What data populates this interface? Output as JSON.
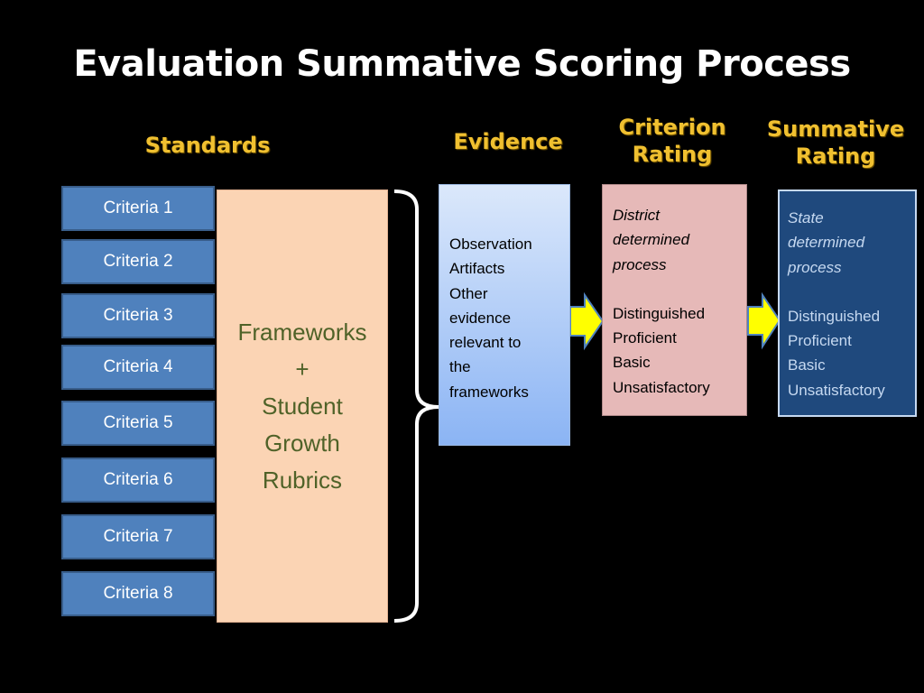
{
  "title": "Evaluation Summative Scoring Process",
  "headers": {
    "standards": "Standards",
    "evidence": "Evidence",
    "criterion_line1": "Criterion",
    "criterion_line2": "Rating",
    "summative_line1": "Summative",
    "summative_line2": "Rating"
  },
  "criteria": [
    "Criteria 1",
    "Criteria 2",
    "Criteria 3",
    "Criteria 4",
    "Criteria 5",
    "Criteria 6",
    "Criteria 7",
    "Criteria 8"
  ],
  "frameworks": {
    "line1": "Frameworks",
    "line2": "+",
    "line3": "Student",
    "line4": "Growth",
    "line5": "Rubrics"
  },
  "evidence_lines": [
    "Observation",
    "Artifacts",
    "Other",
    "evidence",
    "relevant to",
    "the",
    "frameworks"
  ],
  "criterion_box": {
    "intro": [
      "District",
      "determined",
      "process"
    ],
    "levels": [
      "Distinguished",
      "Proficient",
      "Basic",
      "Unsatisfactory"
    ]
  },
  "summative_box": {
    "intro": [
      "State",
      "determined",
      "process"
    ],
    "levels": [
      "Distinguished",
      "Proficient",
      "Basic",
      "Unsatisfactory"
    ]
  },
  "colors": {
    "criteria_fill": "#4f81bd",
    "frameworks_fill": "#fbd4b4",
    "frameworks_text": "#4f6228",
    "criterion_fill": "#e6b9b8",
    "summative_fill": "#1f497d",
    "header_text": "#f0c030",
    "arrow_fill": "#ffff00"
  }
}
